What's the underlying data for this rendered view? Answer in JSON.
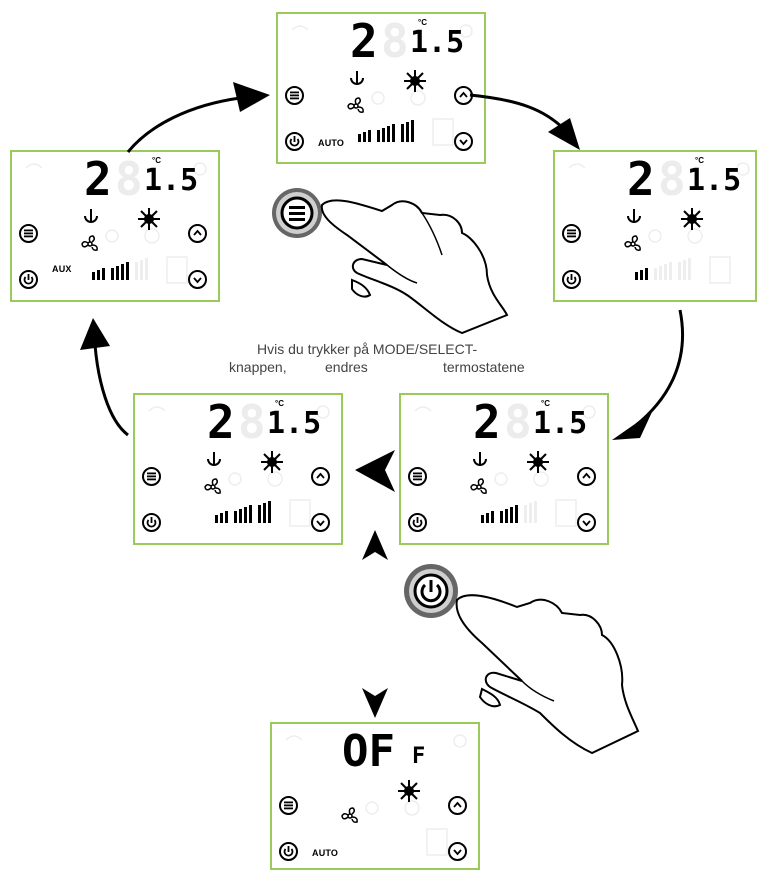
{
  "caption": {
    "line1": "Hvis du trykker på MODE/SELECT-",
    "line2_a": "knappen,",
    "line2_b": "endres",
    "line2_c": "termostatene"
  },
  "panels": {
    "top": {
      "temp_int": "2",
      "temp_dec": "1.5",
      "unit": "°C",
      "mode_label": "AUTO",
      "fan_bars": 3,
      "extra_bars": 1
    },
    "right": {
      "temp_int": "2",
      "temp_dec": "1.5",
      "unit": "°C",
      "mode_label": "",
      "fan_bars": 1,
      "extra_bars": 0
    },
    "midright": {
      "temp_int": "2",
      "temp_dec": "1.5",
      "unit": "°C",
      "mode_label": "",
      "fan_bars": 2,
      "extra_bars": 0
    },
    "midleft": {
      "temp_int": "2",
      "temp_dec": "1.5",
      "unit": "°C",
      "mode_label": "",
      "fan_bars": 3,
      "extra_bars": 1
    },
    "left": {
      "temp_int": "2",
      "temp_dec": "1.5",
      "unit": "°C",
      "mode_label": "AUX",
      "fan_bars": 2,
      "extra_bars": 0
    },
    "bottom": {
      "display": "OF",
      "display_small": "F",
      "mode_label": "AUTO"
    }
  },
  "colors": {
    "panel_border": "#9acb5a",
    "arrow": "#000000",
    "caption": "#444444"
  },
  "icons": [
    "menu-icon",
    "power-icon",
    "up-arrow-icon",
    "down-arrow-icon",
    "sun-icon",
    "fan-icon",
    "hand-pointer-icon"
  ]
}
